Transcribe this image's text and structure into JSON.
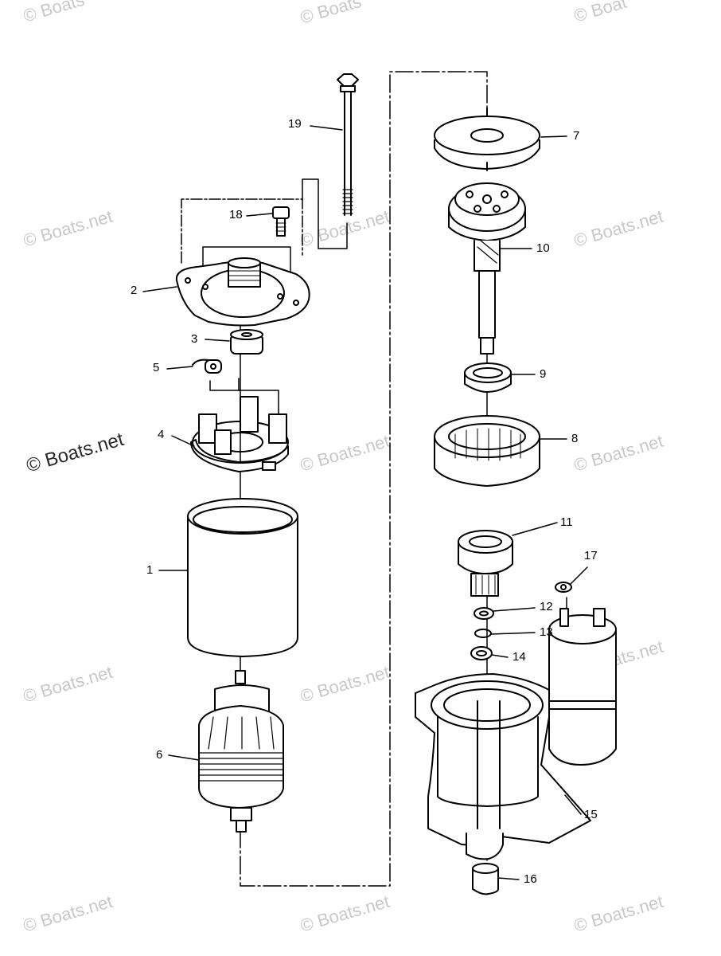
{
  "watermark": {
    "text": "© Boats.net",
    "top_left_partial": "© Boats",
    "top_mid_partial": "© Boats",
    "top_right_partial": "© Boat"
  },
  "callouts": {
    "p1": "1",
    "p2": "2",
    "p3": "3",
    "p4": "4",
    "p5": "5",
    "p6": "6",
    "p7": "7",
    "p8": "8",
    "p9": "9",
    "p10": "10",
    "p11": "11",
    "p12": "12",
    "p13": "13",
    "p14": "14",
    "p15": "15",
    "p16": "16",
    "p17": "17",
    "p18": "18",
    "p19": "19"
  },
  "colors": {
    "line": "#000000",
    "watermark": "#c8c8c8",
    "background": "#ffffff"
  }
}
